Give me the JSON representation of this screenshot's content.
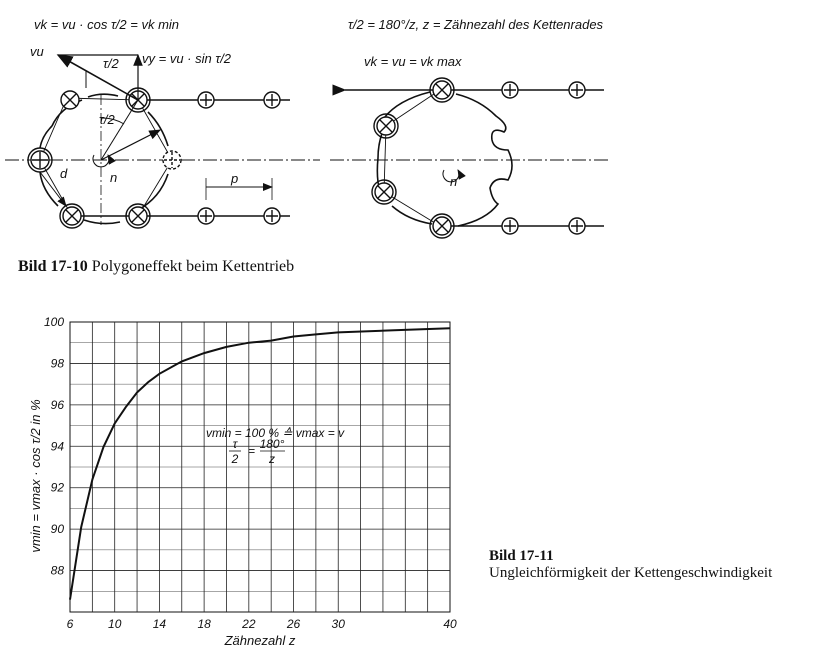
{
  "figure_17_10": {
    "formula_left": "vk = vu · cos τ/2 = vk min",
    "formula_right": "τ/2 = 180°/z, z = Zähnezahl des Kettenrades",
    "label_vu": "vu",
    "label_tau_half": "τ/2",
    "label_vy": "vy = vu · sin τ/2",
    "label_vk_max": "vk = vu = vk max",
    "label_d": "d",
    "label_n": "n",
    "label_p": "p",
    "caption_number": "Bild 17-10",
    "caption_text": "Polygoneffekt beim Kettentrieb"
  },
  "figure_17_11": {
    "caption_number": "Bild 17-11",
    "caption_text": "Ungleichförmigkeit der Kettengeschwindigkeit",
    "annotation_line1": "vmin = 100 % ≙ vmax = v",
    "annotation_line2_num": "τ",
    "annotation_line2_den": "2",
    "annotation_line2_rhs_num": "180°",
    "annotation_line2_rhs_den": "z",
    "annotation_eq": "="
  },
  "chart_data": {
    "type": "line",
    "xlabel": "Zähnezahl z",
    "ylabel": "vmin = vmax · cos τ/2 in %",
    "xlim": [
      6,
      40
    ],
    "ylim": [
      86,
      100
    ],
    "x_ticks": [
      6,
      10,
      14,
      18,
      22,
      26,
      30,
      40
    ],
    "y_ticks": [
      88,
      90,
      92,
      94,
      96,
      98,
      100
    ],
    "grid": true,
    "x": [
      6,
      7,
      8,
      9,
      10,
      11,
      12,
      13,
      14,
      16,
      18,
      20,
      22,
      24,
      26,
      28,
      30,
      35,
      40
    ],
    "series": [
      {
        "values": [
          86.6,
          90.1,
          92.4,
          93.97,
          95.1,
          95.9,
          96.6,
          97.1,
          97.5,
          98.1,
          98.5,
          98.8,
          99.0,
          99.1,
          99.3,
          99.4,
          99.5,
          99.6,
          99.7
        ]
      }
    ]
  },
  "colors": {
    "ink": "#111111",
    "paper": "#ffffff"
  }
}
